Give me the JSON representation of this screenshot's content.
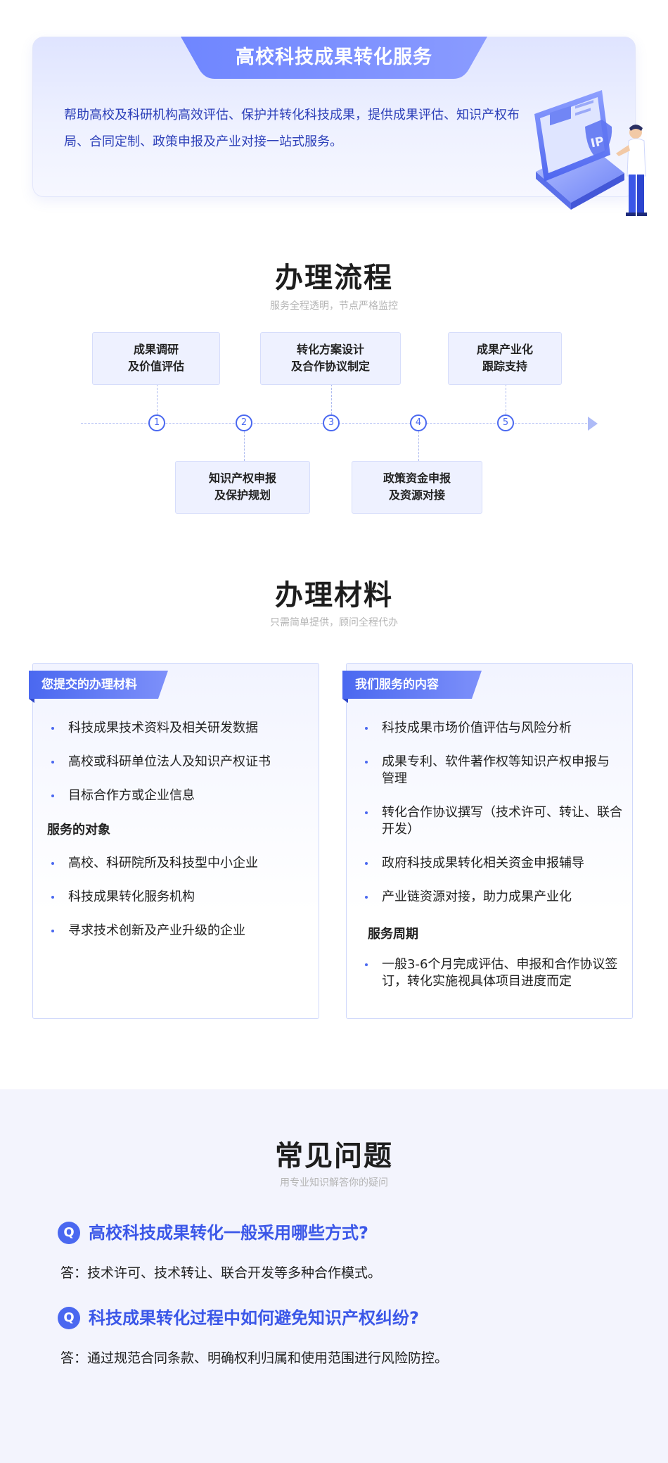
{
  "hero": {
    "title": "高校科技成果转化服务",
    "description": "帮助高校及科研机构高效评估、保护并转化科技成果，提供成果评估、知识产权布局、合同定制、政策申报及产业对接一站式服务。",
    "illustration_icon": "ip-protection-illustration",
    "illustration_text": "IP"
  },
  "process": {
    "title": "办理流程",
    "subtitle": "服务全程透明，节点严格监控",
    "steps": [
      {
        "number": "1",
        "line1": "成果调研",
        "line2": "及价值评估"
      },
      {
        "number": "2",
        "line1": "知识产权申报",
        "line2": "及保护规划"
      },
      {
        "number": "3",
        "line1": "转化方案设计",
        "line2": "及合作协议制定"
      },
      {
        "number": "4",
        "line1": "政策资金申报",
        "line2": "及资源对接"
      },
      {
        "number": "5",
        "line1": "成果产业化",
        "line2": "跟踪支持"
      }
    ]
  },
  "materials": {
    "title": "办理材料",
    "subtitle": "只需简单提供，顾问全程代办",
    "left_card": {
      "tag": "您提交的办理材料",
      "items": [
        "科技成果技术资料及相关研发数据",
        "高校或科研单位法人及知识产权证书",
        "目标合作方或企业信息"
      ],
      "sub_title": "服务的对象",
      "sub_items": [
        "高校、科研院所及科技型中小企业",
        "科技成果转化服务机构",
        "寻求技术创新及产业升级的企业"
      ]
    },
    "right_card": {
      "tag": "我们服务的内容",
      "items": [
        "科技成果市场价值评估与风险分析",
        "成果专利、软件著作权等知识产权申报与管理",
        "转化合作协议撰写（技术许可、转让、联合开发）",
        "政府科技成果转化相关资金申报辅导",
        "产业链资源对接，助力成果产业化"
      ],
      "sub_title": "服务周期",
      "sub_items": [
        "一般3-6个月完成评估、申报和合作协议签订，转化实施视具体项目进度而定"
      ]
    }
  },
  "faq": {
    "title": "常见问题",
    "subtitle": "用专业知识解答你的疑问",
    "badge": "Q",
    "items": [
      {
        "q": "高校科技成果转化一般采用哪些方式?",
        "a": "答：技术许可、技术转让、联合开发等多种合作模式。"
      },
      {
        "q": "科技成果转化过程中如何避免知识产权纠纷?",
        "a": "答：通过规范合同条款、明确权利归属和使用范围进行风险防控。"
      }
    ]
  },
  "colors": {
    "accent": "#4a68f0",
    "accent_dark": "#3b57e8",
    "hero_text": "#2d40b9",
    "faq_bg": "#f3f4fd"
  }
}
